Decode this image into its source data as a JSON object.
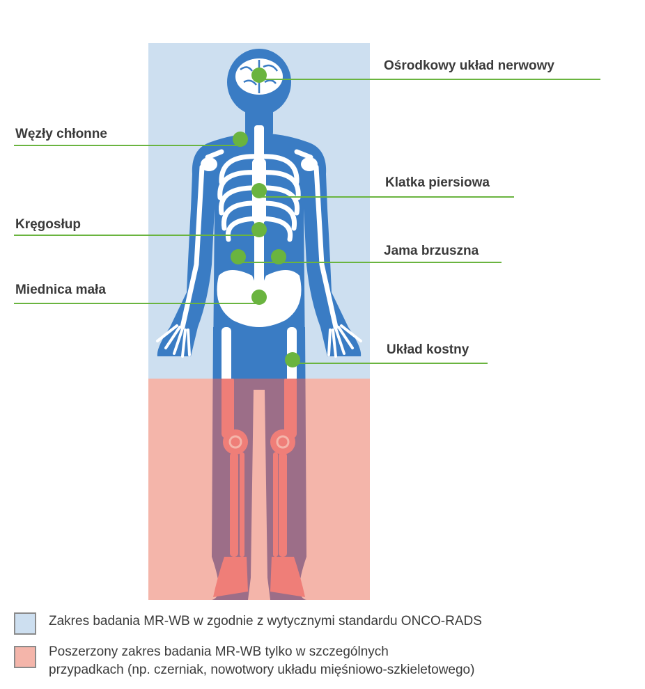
{
  "colors": {
    "standard_zone": "#cddff0",
    "extended_zone": "#f4b5aa",
    "body_blue": "#3a7cc4",
    "body_mauve": "#9c6e88",
    "bone_white": "#ffffff",
    "bone_red": "#ef7e78",
    "marker_green": "#6ab43f",
    "leader_green": "#6ab43f",
    "text": "#3a3a3a"
  },
  "labels": {
    "cns": "Ośrodkowy układ nerwowy",
    "lymph_nodes": "Węzły chłonne",
    "chest": "Klatka piersiowa",
    "spine": "Kręgosłup",
    "abdomen": "Jama brzuszna",
    "pelvis": "Miednica mała",
    "skeleton": "Układ kostny"
  },
  "legend": {
    "standard": {
      "text": "Zakres badania MR-WB w zgodnie z wytycznymi standardu ONCO-RADS"
    },
    "extended": {
      "line1": "Poszerzony zakres badania MR-WB tylko w szczególnych",
      "line2": "przypadkach (np. czerniak, nowotwory układu mięśniowo-szkieletowego)"
    }
  }
}
